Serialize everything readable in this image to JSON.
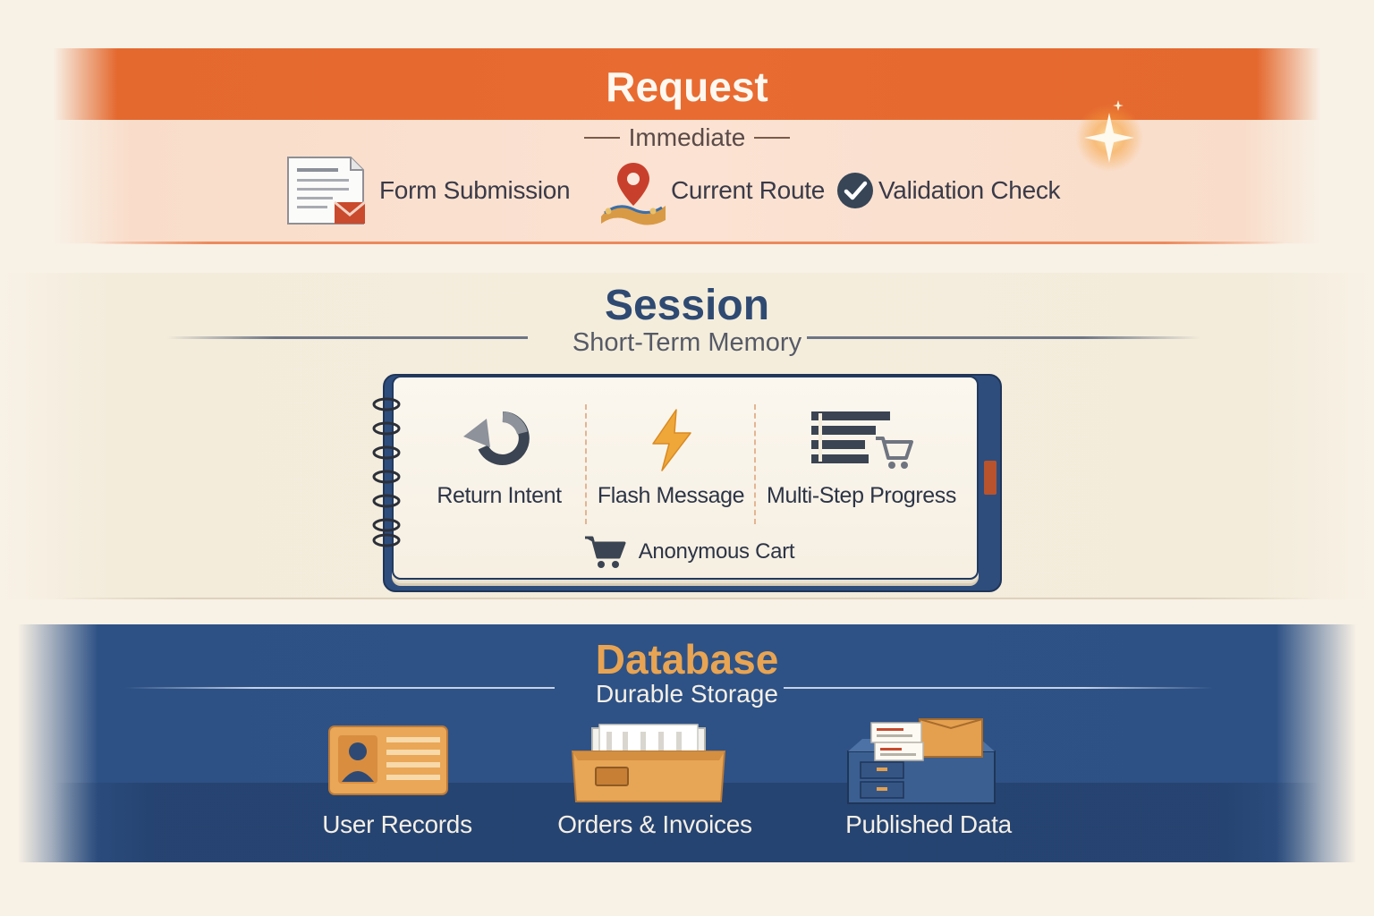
{
  "request": {
    "title": "Request",
    "subtitle": "Immediate",
    "items": [
      {
        "label": "Form Submission",
        "icon": "form-document-icon"
      },
      {
        "label": "Current Route",
        "icon": "map-pin-route-icon"
      },
      {
        "label": "Validation Check",
        "icon": "check-circle-icon"
      }
    ],
    "accent": "#e86b31"
  },
  "session": {
    "title": "Session",
    "subtitle": "Short-Term Memory",
    "items": [
      {
        "label": "Return Intent",
        "icon": "return-arrow-icon"
      },
      {
        "label": "Flash Message",
        "icon": "lightning-bolt-icon"
      },
      {
        "label": "Multi-Step Progress",
        "icon": "progress-steps-cart-icon"
      },
      {
        "label": "Anonymous Cart",
        "icon": "shopping-cart-icon"
      }
    ],
    "accent": "#2f4a72"
  },
  "database": {
    "title": "Database",
    "subtitle": "Durable Storage",
    "items": [
      {
        "label": "User Records",
        "icon": "id-card-icon"
      },
      {
        "label": "Orders & Invoices",
        "icon": "file-drawer-icon"
      },
      {
        "label": "Published Data",
        "icon": "archive-cabinet-icon"
      }
    ],
    "accent": "#e8a452"
  }
}
